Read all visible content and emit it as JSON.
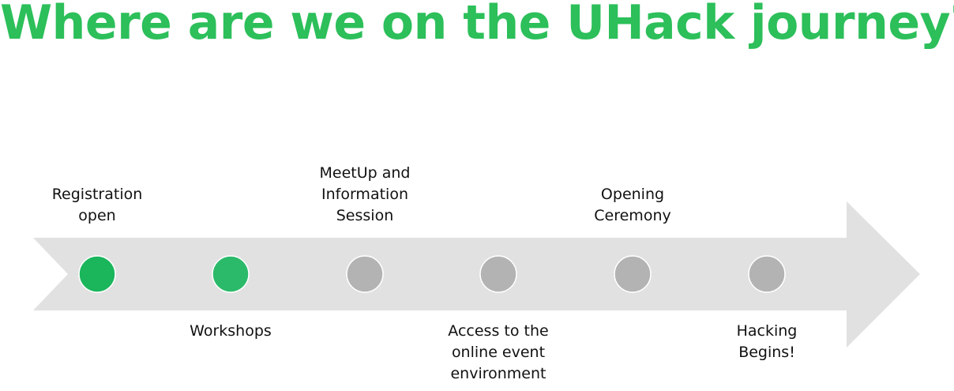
{
  "title": "Where are we on the UHack journey?",
  "colors": {
    "title": "#2cbf5a",
    "arrow": "#e1e1e1",
    "done": "#1bb55c",
    "current": "#2bba6a",
    "pending": "#b3b3b3"
  },
  "milestones": [
    {
      "lines": [
        "Registration",
        "open"
      ],
      "status": "done",
      "position": "above"
    },
    {
      "lines": [
        "Workshops"
      ],
      "status": "current",
      "position": "below"
    },
    {
      "lines": [
        "MeetUp and",
        "Information",
        "Session"
      ],
      "status": "pending",
      "position": "above"
    },
    {
      "lines": [
        "Access to the",
        "online event",
        "environment"
      ],
      "status": "pending",
      "position": "below"
    },
    {
      "lines": [
        "Opening",
        "Ceremony"
      ],
      "status": "pending",
      "position": "above"
    },
    {
      "lines": [
        "Hacking",
        "Begins!"
      ],
      "status": "pending",
      "position": "below"
    }
  ]
}
